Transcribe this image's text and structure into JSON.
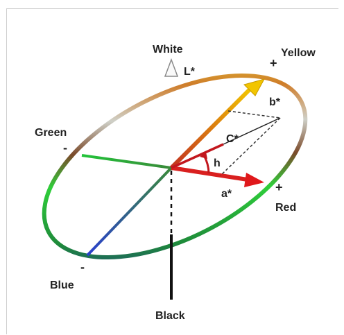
{
  "diagram": {
    "labels": {
      "white": "White",
      "black": "Black",
      "yellow": "Yellow",
      "red": "Red",
      "green": "Green",
      "blue": "Blue",
      "l_star": "L*",
      "a_star": "a*",
      "b_star": "b*",
      "c_star": "C*",
      "h": "h"
    },
    "signs": {
      "yellow_plus": "+",
      "red_plus": "+",
      "green_minus": "-",
      "blue_minus": "-"
    },
    "colors": {
      "white_arrow": "#e6e6e6",
      "black_axis": "#111111",
      "yellow_arrow": "#f2c500",
      "red_arrow": "#e0181b",
      "green_axis": "#22b53a",
      "blue_axis": "#2a3fcf",
      "chroma_vector": "#c2171d"
    }
  }
}
